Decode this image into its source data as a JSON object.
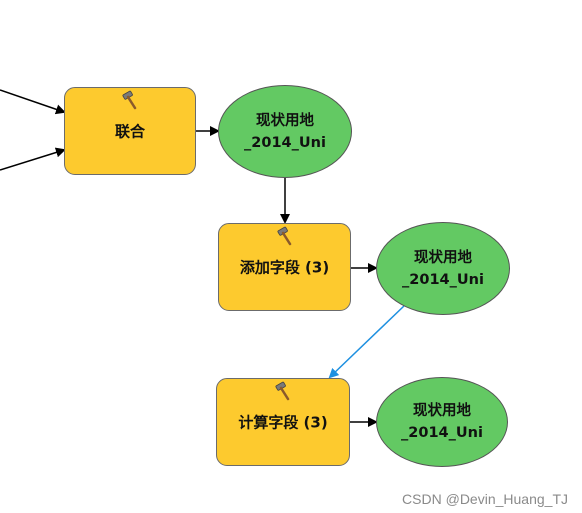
{
  "colors": {
    "tool_fill": "#fdca2e",
    "data_fill": "#63c963",
    "connector_black": "#000000",
    "connector_blue": "#1e90e0"
  },
  "tools": {
    "union": {
      "label": "联合",
      "icon": "hammer-icon"
    },
    "add_field": {
      "label": "添加字段 (3)",
      "icon": "hammer-icon"
    },
    "calc_field": {
      "label": "计算字段 (3)",
      "icon": "hammer-icon"
    }
  },
  "datasets": {
    "output_union": {
      "line1": "现状用地",
      "line2": "_2014_Uni"
    },
    "output_add": {
      "line1": "现状用地",
      "line2": "_2014_Uni"
    },
    "output_calc": {
      "line1": "现状用地",
      "line2": "_2014_Uni"
    }
  },
  "watermark": "CSDN @Devin_Huang_TJ"
}
